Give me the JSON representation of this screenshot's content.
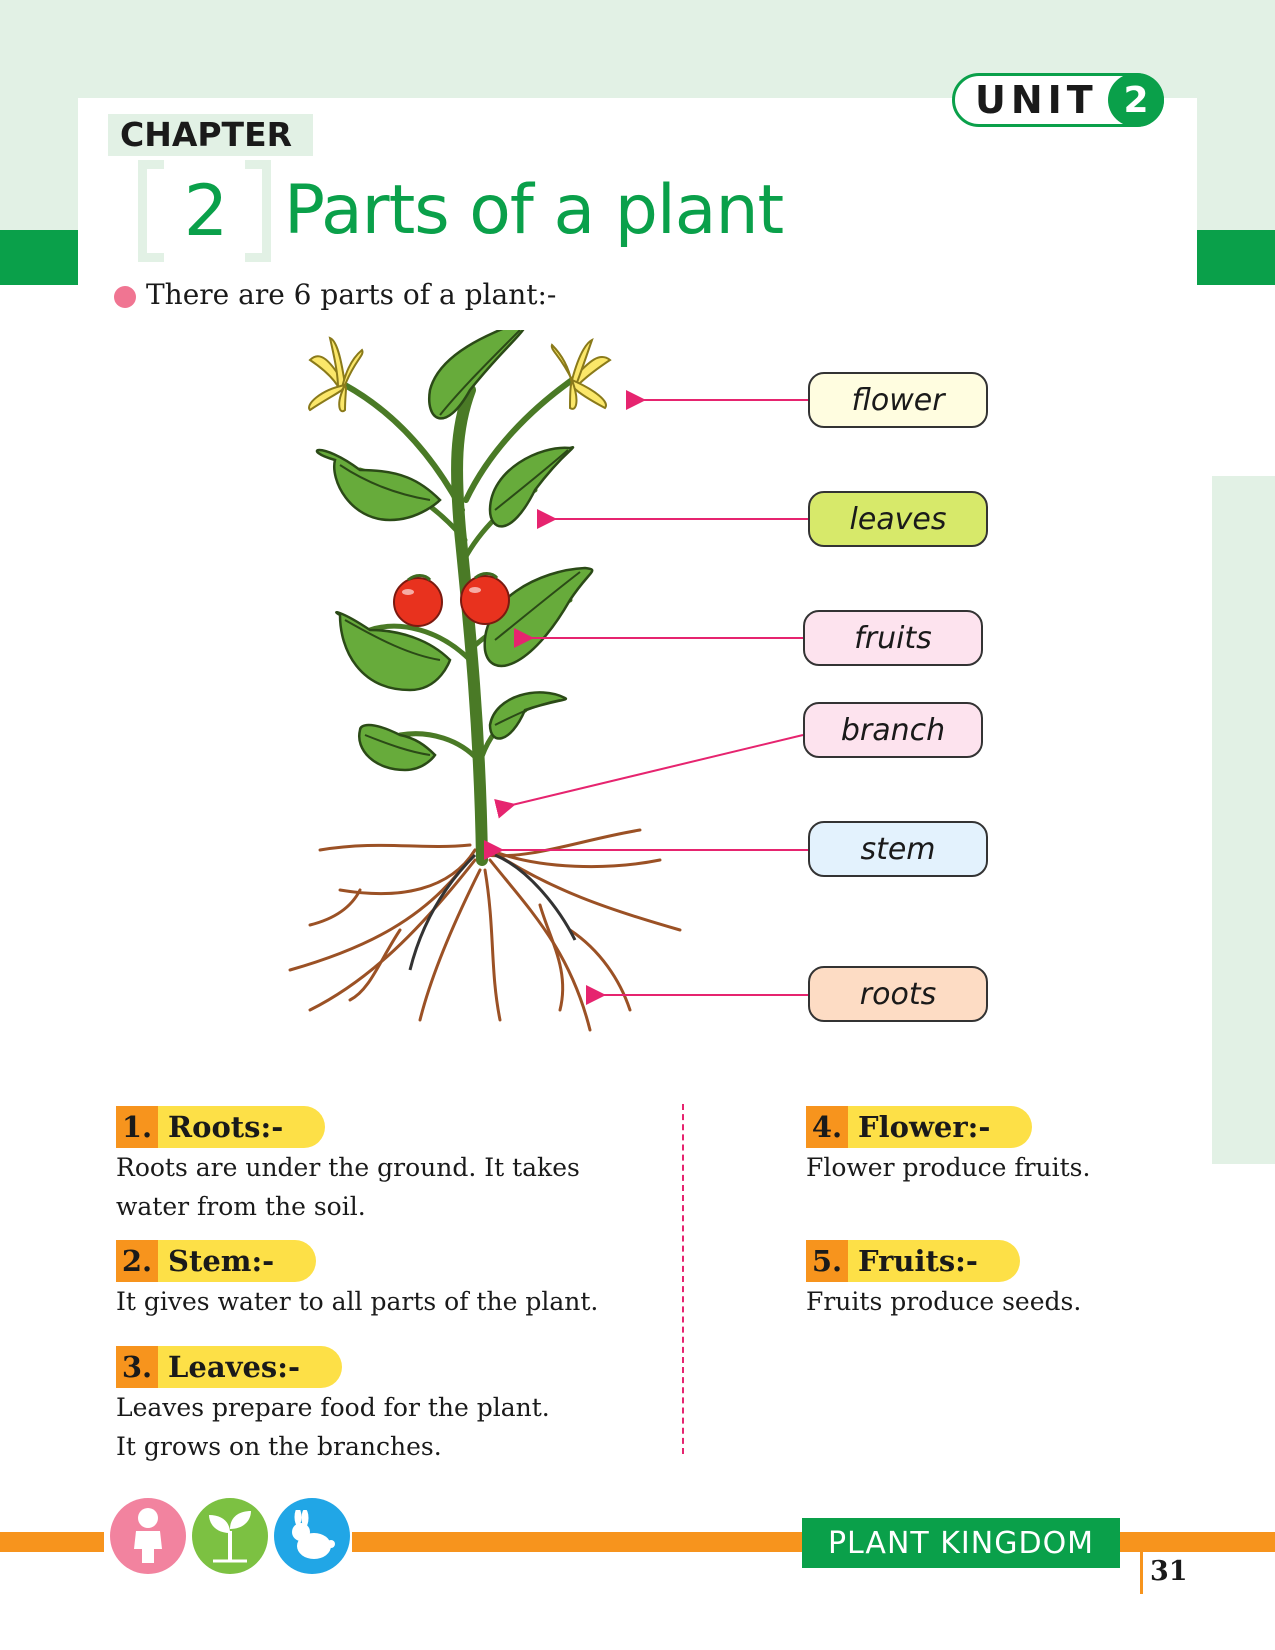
{
  "header": {
    "unit_label": "UNIT",
    "unit_number": "2",
    "chapter_label": "CHAPTER",
    "chapter_number": "2",
    "chapter_title": "Parts of a plant"
  },
  "intro": "There are 6 parts of a plant:-",
  "diagram_labels": [
    {
      "text": "flower",
      "color": "#fffde0"
    },
    {
      "text": "leaves",
      "color": "#d7e96a"
    },
    {
      "text": "fruits",
      "color": "#fde3ee"
    },
    {
      "text": "branch",
      "color": "#fde3ee"
    },
    {
      "text": "stem",
      "color": "#e3f2fd"
    },
    {
      "text": "roots",
      "color": "#fddcc4"
    }
  ],
  "parts": [
    {
      "number": "1.",
      "title": "Roots:-",
      "lines": [
        "Roots are under the ground. It takes",
        "water from the soil."
      ]
    },
    {
      "number": "2.",
      "title": "Stem:-",
      "lines": [
        "It gives water to all parts of the plant."
      ]
    },
    {
      "number": "3.",
      "title": "Leaves:-",
      "lines": [
        "Leaves prepare food for the plant.",
        "It grows on the branches."
      ]
    },
    {
      "number": "4.",
      "title": "Flower:-",
      "lines": [
        "Flower produce fruits."
      ]
    },
    {
      "number": "5.",
      "title": "Fruits:-",
      "lines": [
        "Fruits produce seeds."
      ]
    }
  ],
  "footer": {
    "label": "PLANT KINGDOM",
    "page_number": "31",
    "icons": [
      {
        "name": "child-icon",
        "color": "#f2839f"
      },
      {
        "name": "sprout-icon",
        "color": "#7cc142"
      },
      {
        "name": "rabbit-icon",
        "color": "#21a6e6"
      }
    ]
  },
  "colors": {
    "accent_green": "#0aa04a",
    "light_green": "#e2f1e5",
    "orange": "#f7941d",
    "yellow": "#fde047",
    "pointer_pink": "#e6246f"
  }
}
